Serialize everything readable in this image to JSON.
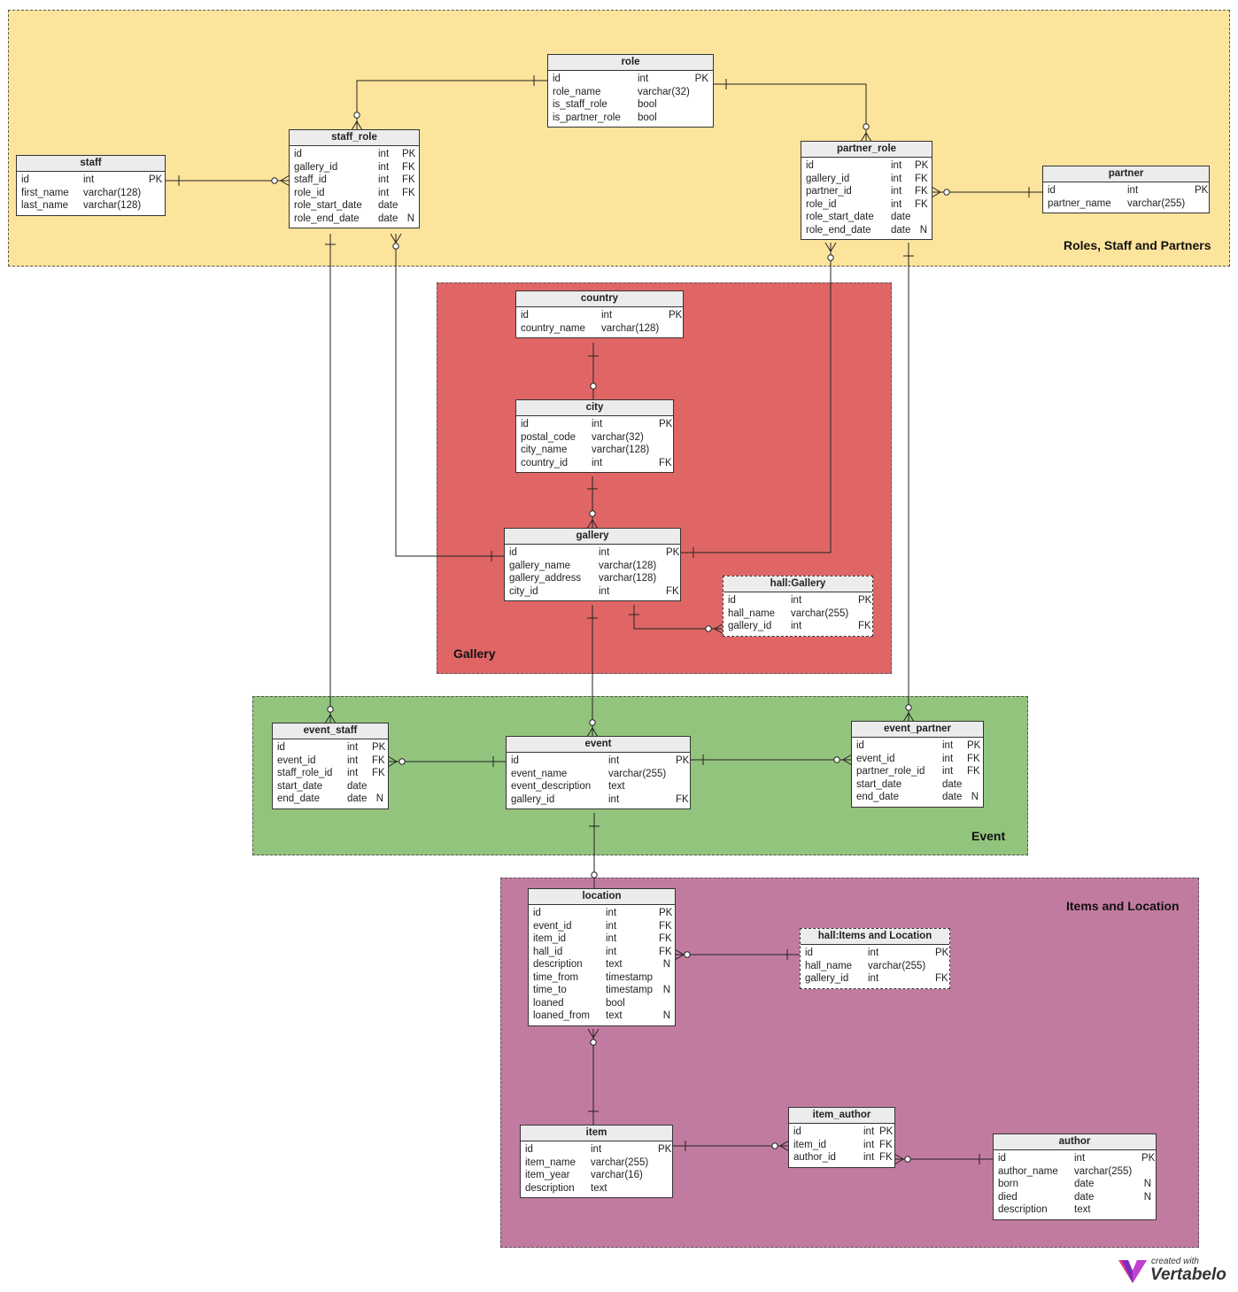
{
  "areas": [
    {
      "key": "roles",
      "label": "Roles, Staff and Partners",
      "color": "#fde49c"
    },
    {
      "key": "gallery",
      "label": "Gallery",
      "color": "#e06666"
    },
    {
      "key": "event",
      "label": "Event",
      "color": "#93c47d"
    },
    {
      "key": "items",
      "label": "Items and Location",
      "color": "#c27ba0"
    }
  ],
  "tables": [
    {
      "key": "role",
      "name": "role",
      "rows": [
        [
          "id",
          "int",
          "PK"
        ],
        [
          "role_name",
          "varchar(32)",
          ""
        ],
        [
          "is_staff_role",
          "bool",
          ""
        ],
        [
          "is_partner_role",
          "bool",
          ""
        ]
      ]
    },
    {
      "key": "staff",
      "name": "staff",
      "rows": [
        [
          "id",
          "int",
          "PK"
        ],
        [
          "first_name",
          "varchar(128)",
          ""
        ],
        [
          "last_name",
          "varchar(128)",
          ""
        ]
      ]
    },
    {
      "key": "staff_role",
      "name": "staff_role",
      "rows": [
        [
          "id",
          "int",
          "PK"
        ],
        [
          "gallery_id",
          "int",
          "FK"
        ],
        [
          "staff_id",
          "int",
          "FK"
        ],
        [
          "role_id",
          "int",
          "FK"
        ],
        [
          "role_start_date",
          "date",
          ""
        ],
        [
          "role_end_date",
          "date",
          "N"
        ]
      ]
    },
    {
      "key": "partner_role",
      "name": "partner_role",
      "rows": [
        [
          "id",
          "int",
          "PK"
        ],
        [
          "gallery_id",
          "int",
          "FK"
        ],
        [
          "partner_id",
          "int",
          "FK"
        ],
        [
          "role_id",
          "int",
          "FK"
        ],
        [
          "role_start_date",
          "date",
          ""
        ],
        [
          "role_end_date",
          "date",
          "N"
        ]
      ]
    },
    {
      "key": "partner",
      "name": "partner",
      "rows": [
        [
          "id",
          "int",
          "PK"
        ],
        [
          "partner_name",
          "varchar(255)",
          ""
        ]
      ]
    },
    {
      "key": "country",
      "name": "country",
      "rows": [
        [
          "id",
          "int",
          "PK"
        ],
        [
          "country_name",
          "varchar(128)",
          ""
        ]
      ]
    },
    {
      "key": "city",
      "name": "city",
      "rows": [
        [
          "id",
          "int",
          "PK"
        ],
        [
          "postal_code",
          "varchar(32)",
          ""
        ],
        [
          "city_name",
          "varchar(128)",
          ""
        ],
        [
          "country_id",
          "int",
          "FK"
        ]
      ]
    },
    {
      "key": "gallery",
      "name": "gallery",
      "rows": [
        [
          "id",
          "int",
          "PK"
        ],
        [
          "gallery_name",
          "varchar(128)",
          ""
        ],
        [
          "gallery_address",
          "varchar(128)",
          ""
        ],
        [
          "city_id",
          "int",
          "FK"
        ]
      ]
    },
    {
      "key": "hall_gallery",
      "name": "hall:Gallery",
      "rows": [
        [
          "id",
          "int",
          "PK"
        ],
        [
          "hall_name",
          "varchar(255)",
          ""
        ],
        [
          "gallery_id",
          "int",
          "FK"
        ]
      ]
    },
    {
      "key": "event_staff",
      "name": "event_staff",
      "rows": [
        [
          "id",
          "int",
          "PK"
        ],
        [
          "event_id",
          "int",
          "FK"
        ],
        [
          "staff_role_id",
          "int",
          "FK"
        ],
        [
          "start_date",
          "date",
          ""
        ],
        [
          "end_date",
          "date",
          "N"
        ]
      ]
    },
    {
      "key": "event",
      "name": "event",
      "rows": [
        [
          "id",
          "int",
          "PK"
        ],
        [
          "event_name",
          "varchar(255)",
          ""
        ],
        [
          "event_description",
          "text",
          ""
        ],
        [
          "gallery_id",
          "int",
          "FK"
        ]
      ]
    },
    {
      "key": "event_partner",
      "name": "event_partner",
      "rows": [
        [
          "id",
          "int",
          "PK"
        ],
        [
          "event_id",
          "int",
          "FK"
        ],
        [
          "partner_role_id",
          "int",
          "FK"
        ],
        [
          "start_date",
          "date",
          ""
        ],
        [
          "end_date",
          "date",
          "N"
        ]
      ]
    },
    {
      "key": "location",
      "name": "location",
      "rows": [
        [
          "id",
          "int",
          "PK"
        ],
        [
          "event_id",
          "int",
          "FK"
        ],
        [
          "item_id",
          "int",
          "FK"
        ],
        [
          "hall_id",
          "int",
          "FK"
        ],
        [
          "description",
          "text",
          "N"
        ],
        [
          "time_from",
          "timestamp",
          ""
        ],
        [
          "time_to",
          "timestamp",
          "N"
        ],
        [
          "loaned",
          "bool",
          ""
        ],
        [
          "loaned_from",
          "text",
          "N"
        ]
      ]
    },
    {
      "key": "hall_items",
      "name": "hall:Items and Location",
      "rows": [
        [
          "id",
          "int",
          "PK"
        ],
        [
          "hall_name",
          "varchar(255)",
          ""
        ],
        [
          "gallery_id",
          "int",
          "FK"
        ]
      ]
    },
    {
      "key": "item",
      "name": "item",
      "rows": [
        [
          "id",
          "int",
          "PK"
        ],
        [
          "item_name",
          "varchar(255)",
          ""
        ],
        [
          "item_year",
          "varchar(16)",
          ""
        ],
        [
          "description",
          "text",
          ""
        ]
      ]
    },
    {
      "key": "item_author",
      "name": "item_author",
      "rows": [
        [
          "id",
          "int",
          "PK"
        ],
        [
          "item_id",
          "int",
          "FK"
        ],
        [
          "author_id",
          "int",
          "FK"
        ]
      ]
    },
    {
      "key": "author",
      "name": "author",
      "rows": [
        [
          "id",
          "int",
          "PK"
        ],
        [
          "author_name",
          "varchar(255)",
          ""
        ],
        [
          "born",
          "date",
          "N"
        ],
        [
          "died",
          "date",
          "N"
        ],
        [
          "description",
          "text",
          ""
        ]
      ]
    }
  ],
  "logo": {
    "line1": "created with",
    "line2": "Vertabelo"
  }
}
